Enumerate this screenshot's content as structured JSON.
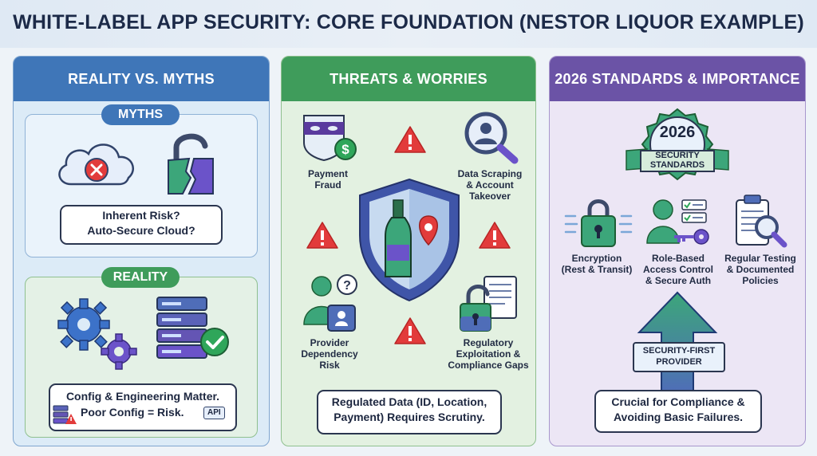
{
  "title": "WHITE-LABEL APP SECURITY: CORE FOUNDATION (NESTOR LIQUOR EXAMPLE)",
  "panels": {
    "reality": {
      "heading": "REALITY VS. MYTHS",
      "myths_label": "MYTHS",
      "myths_callout": "Inherent Risk?\nAuto-Secure Cloud?",
      "reality_label": "REALITY",
      "reality_callout_line1": "Config & Engineering Matter.",
      "reality_callout_line2": "Poor Config = Risk.",
      "api_tag": "API"
    },
    "threats": {
      "heading": "THREATS & WORRIES",
      "payment_fraud": "Payment\nFraud",
      "data_scraping": "Data Scraping\n& Account\nTakeover",
      "provider_risk": "Provider\nDependency\nRisk",
      "regulatory": "Regulatory\nExploitation &\nCompliance Gaps",
      "callout": "Regulated Data (ID, Location,\nPayment) Requires Scrutiny.",
      "money_symbol": "$",
      "question_symbol": "?"
    },
    "standards": {
      "heading": "2026 STANDARDS & IMPORTANCE",
      "badge_year": "2026",
      "badge_text": "SECURITY\nSTANDARDS",
      "encryption": "Encryption\n(Rest & Transit)",
      "rbac": "Role-Based\nAccess Control\n& Secure Auth",
      "testing": "Regular Testing\n& Documented\nPolicies",
      "provider_box": "SECURITY-FIRST\nPROVIDER",
      "callout": "Crucial for Compliance &\nAvoiding Basic Failures."
    }
  },
  "colors": {
    "blue": "#3f76b8",
    "green": "#3f9c5b",
    "purple": "#6b53a6",
    "alert_red": "#e23b3b",
    "check_green": "#2fa65a"
  }
}
